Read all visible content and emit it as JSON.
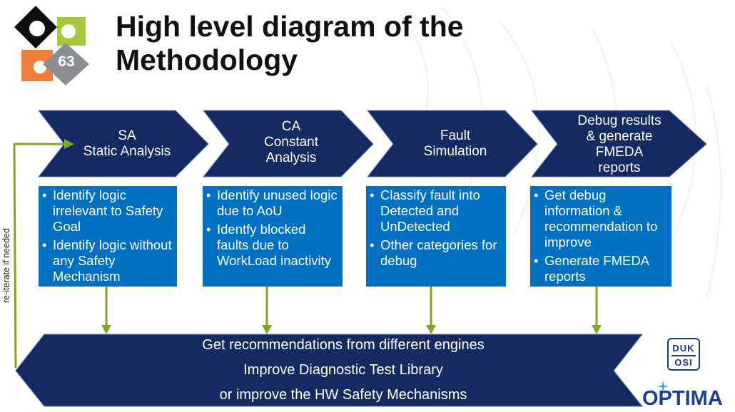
{
  "title": {
    "line1": "High level diagram of the",
    "line2": "Methodology"
  },
  "logo": {
    "number": "63"
  },
  "stages": [
    {
      "lines": [
        "SA",
        "Static Analysis"
      ]
    },
    {
      "lines": [
        "CA",
        "Constant",
        "Analysis"
      ]
    },
    {
      "lines": [
        "Fault",
        "Simulation"
      ]
    },
    {
      "lines": [
        "Debug results",
        "& generate",
        "FMEDA",
        "reports"
      ]
    }
  ],
  "details": [
    {
      "bullets": [
        "Identify logic irrelevant to Safety Goal",
        "Identify logic without any Safety Mechanism"
      ]
    },
    {
      "bullets": [
        "Identify unused logic due to AoU",
        "Identfy blocked faults due to WorkLoad inactivity"
      ]
    },
    {
      "bullets": [
        "Classify fault into Detected and UnDetected",
        "Other categories for debug"
      ]
    },
    {
      "bullets": [
        "Get debug information & recommendation to improve",
        "Generate FMEDA reports"
      ]
    }
  ],
  "recommendations": {
    "line1": "Get recommendations from different engines",
    "line2": "Improve Diagnostic Test Library",
    "line3": "or improve the HW Safety Mechanisms"
  },
  "loop_label": "re-iterate if needed",
  "brand": {
    "duk_top": "DUK",
    "duk_bottom": "OSI",
    "optima": "OPTIMA"
  },
  "colors": {
    "arrow_fill": "#152a61",
    "box_fill": "#0071c1",
    "connector": "#86a22b",
    "logo_green": "#a8c83c",
    "logo_orange": "#ef7f3a",
    "logo_gray": "#8a8f94"
  }
}
